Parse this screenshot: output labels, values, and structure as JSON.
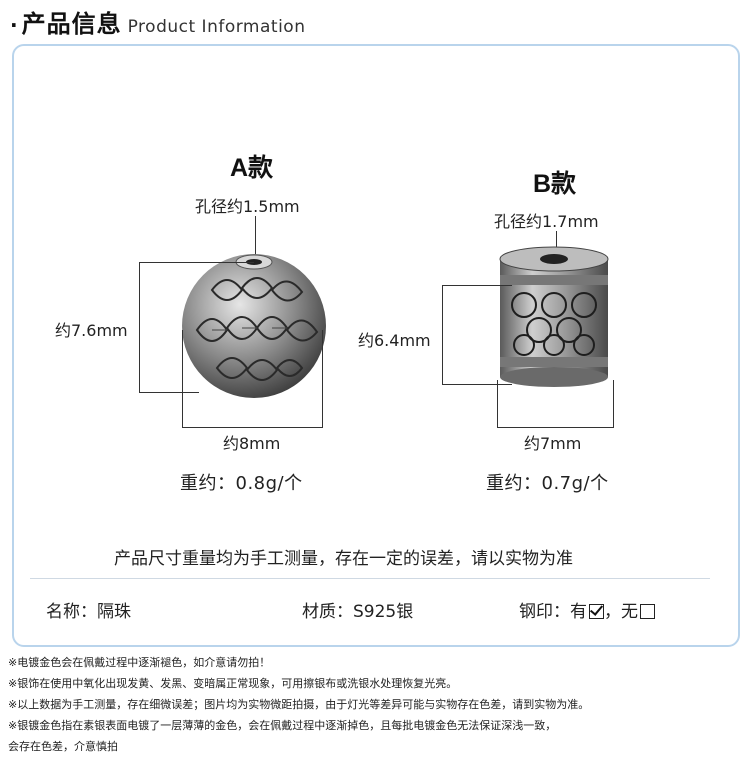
{
  "header": {
    "title_cn": "产品信息",
    "title_en": "Product Information"
  },
  "variant_a": {
    "title": "A款",
    "hole": "孔径约1.5mm",
    "height": "约7.6mm",
    "width": "约8mm",
    "weight": "重约：0.8g/个"
  },
  "variant_b": {
    "title": "B款",
    "hole": "孔径约1.7mm",
    "height": "约6.4mm",
    "width": "约7mm",
    "weight": "重约：0.7g/个"
  },
  "measure_note": "产品尺寸重量均为手工测量，存在一定的误差，请以实物为准",
  "specs": {
    "name": "名称：隔珠",
    "material": "材质：S925银",
    "stamp_label": "钢印：有",
    "stamp_sep": "，无",
    "stamp_yes_checked": true,
    "stamp_no_checked": false
  },
  "footnotes": [
    "※电镀金色会在佩戴过程中逐渐褪色，如介意请勿拍！",
    "※银饰在使用中氧化出现发黄、发黑、变暗属正常现象，可用擦银布或洗银水处理恢复光亮。",
    "※以上数据为手工测量，存在细微误差；图片均为实物微距拍摄，由于灯光等差异可能与实物存在色差，请到实物为准。",
    "※银镀金色指在素银表面电镀了一层薄薄的金色，会在佩戴过程中逐渐掉色，且每批电镀金色无法保证深浅一致，",
    "会存在色差，介意慎拍"
  ]
}
